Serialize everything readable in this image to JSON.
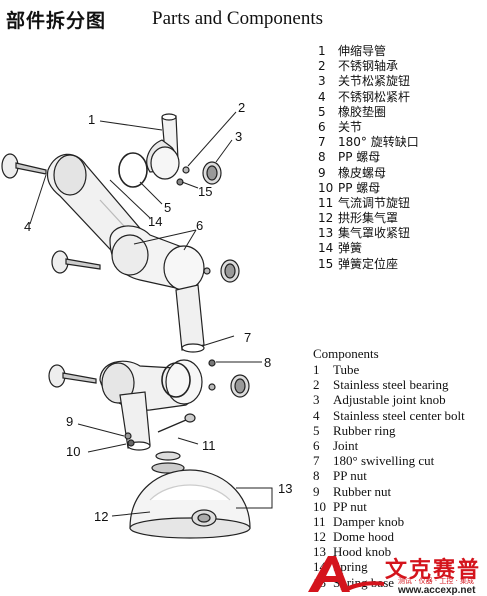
{
  "title": {
    "cn": "部件拆分图",
    "en": "Parts and Components"
  },
  "parts_cn": [
    {
      "num": "1",
      "label": "伸缩导管"
    },
    {
      "num": "2",
      "label": "不锈钢轴承"
    },
    {
      "num": "3",
      "label": "关节松紧旋钮"
    },
    {
      "num": "4",
      "label": "不锈钢松紧杆"
    },
    {
      "num": "5",
      "label": "橡胶垫圈"
    },
    {
      "num": "6",
      "label": "关节"
    },
    {
      "num": "7",
      "label": "180° 旋转缺口"
    },
    {
      "num": "8",
      "label": "PP 螺母"
    },
    {
      "num": "9",
      "label": "橡皮螺母"
    },
    {
      "num": "10",
      "label": "PP 螺母"
    },
    {
      "num": "11",
      "label": "气流调节旋钮"
    },
    {
      "num": "12",
      "label": "拱形集气罩"
    },
    {
      "num": "13",
      "label": "集气罩收紧钮"
    },
    {
      "num": "14",
      "label": "弹簧"
    },
    {
      "num": "15",
      "label": "弹簧定位座"
    }
  ],
  "components_heading": "Components",
  "parts_en": [
    {
      "num": "1",
      "label": "Tube"
    },
    {
      "num": "2",
      "label": "Stainless steel bearing"
    },
    {
      "num": "3",
      "label": "Adjustable joint knob"
    },
    {
      "num": "4",
      "label": "Stainless steel center bolt"
    },
    {
      "num": "5",
      "label": "Rubber ring"
    },
    {
      "num": "6",
      "label": "Joint"
    },
    {
      "num": "7",
      "label": "180° swivelling cut"
    },
    {
      "num": "8",
      "label": "PP nut"
    },
    {
      "num": "9",
      "label": "Rubber nut"
    },
    {
      "num": "10",
      "label": "PP nut"
    },
    {
      "num": "11",
      "label": "Damper knob"
    },
    {
      "num": "12",
      "label": "Dome hood"
    },
    {
      "num": "13",
      "label": "Hood knob"
    },
    {
      "num": "14",
      "label": "Spring"
    },
    {
      "num": "15",
      "label": "Spring base"
    }
  ],
  "callouts": [
    "1",
    "2",
    "3",
    "4",
    "5",
    "6",
    "7",
    "8",
    "9",
    "10",
    "11",
    "12",
    "13",
    "14",
    "15"
  ],
  "watermark": {
    "brand": "文克赛普",
    "tagline": "测试 · 仪器 · 工控 · 集成",
    "url": "www.accexp.net",
    "brand_color": "#d4141c"
  }
}
